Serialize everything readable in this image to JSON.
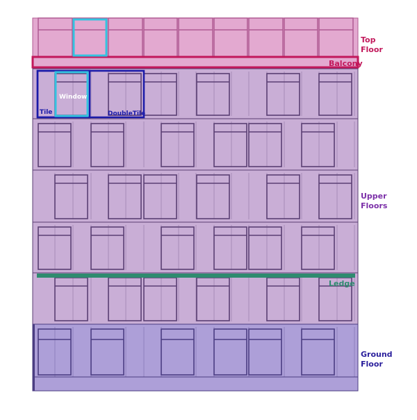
{
  "labels": {
    "top_floor": [
      "Top",
      "Floor"
    ],
    "balcony": "Balcony",
    "upper_floors": [
      "Upper",
      "Floors"
    ],
    "ledge": "Ledge",
    "ground_floor": [
      "Ground",
      "Floor"
    ],
    "tile": "Tile",
    "window": "Window",
    "double_tile": "DoubleTile"
  },
  "colors": {
    "top_floor_fill": "#e3a9d0",
    "top_floor_line": "#b05a92",
    "balcony_outline": "#c2185b",
    "balcony_text": "#c2185b",
    "upper_fill": "#c9aed6",
    "upper_line": "#5a3f73",
    "ground_fill": "#ad9fd8",
    "ground_line": "#4b3d82",
    "ledge": "#2e8b6f",
    "ledge_text": "#2e8b6f",
    "tile_highlight": "#1a1aa8",
    "window_highlight": "#34c3e0",
    "window_text": "#ffffff",
    "top_label": "#c2185b",
    "upper_label": "#7b2fa8",
    "ground_label": "#2a1f9c"
  }
}
